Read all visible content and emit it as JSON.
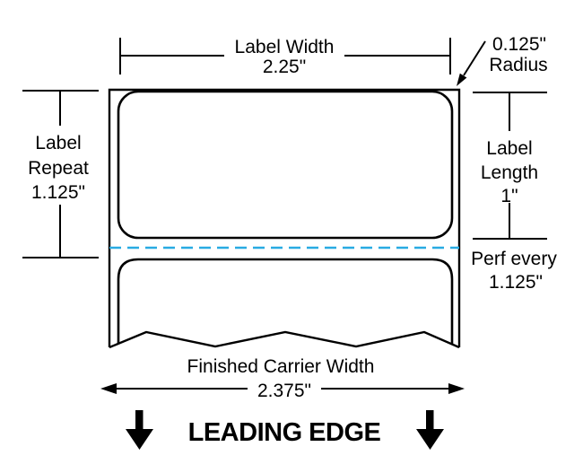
{
  "meta": {
    "background": "#ffffff",
    "line_color": "#000000",
    "perf_color": "#29ABE2"
  },
  "annotations": {
    "label_width": {
      "name": "Label Width",
      "value": "2.25\""
    },
    "radius": {
      "value": "0.125\"",
      "name": "Radius"
    },
    "label_repeat": {
      "word1": "Label",
      "word2": "Repeat",
      "value": "1.125\""
    },
    "label_length": {
      "word1": "Label",
      "word2": "Length",
      "value": "1\""
    },
    "perf": {
      "line1": "Perf every",
      "line2": "1.125\""
    },
    "carrier_width": {
      "name": "Finished Carrier Width",
      "value": "2.375\""
    },
    "leading_edge": {
      "label": "LEADING EDGE"
    }
  }
}
